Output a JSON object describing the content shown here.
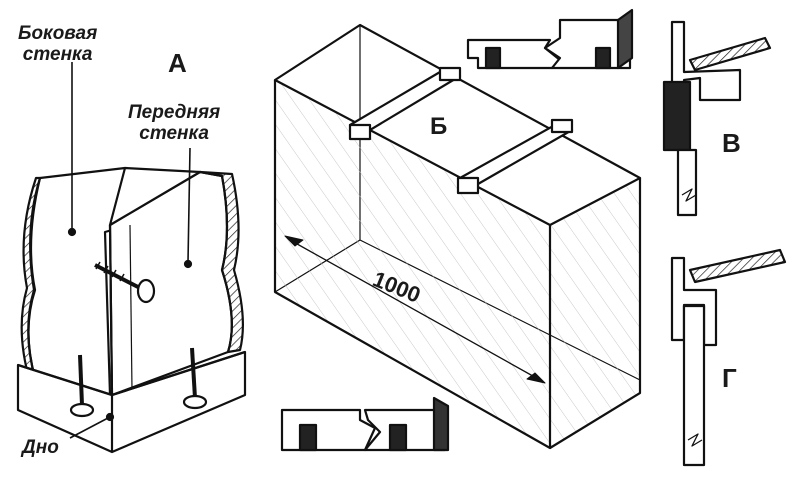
{
  "labels": {
    "side_wall": [
      "Боковая",
      "стенка"
    ],
    "front_wall": [
      "Передняя",
      "стенка"
    ],
    "bottom": "Дно",
    "dimension": "1000"
  },
  "letters": {
    "a": "А",
    "b": "Б",
    "v": "В",
    "g": "Г"
  }
}
